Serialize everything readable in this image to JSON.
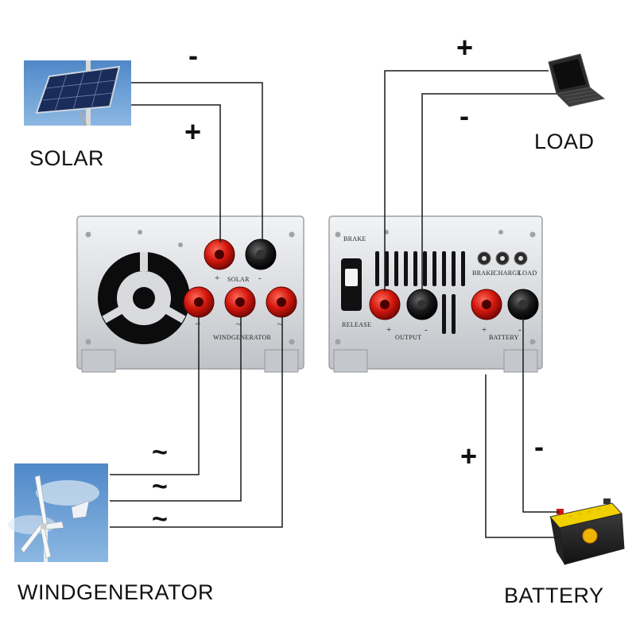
{
  "labels": {
    "solar": "SOLAR",
    "load": "LOAD",
    "windgenerator": "WINDGENERATOR",
    "battery": "BATTERY"
  },
  "signs": {
    "solar_minus": "-",
    "solar_plus": "+",
    "load_plus": "+",
    "load_minus": "-",
    "battery_plus": "+",
    "battery_minus": "-",
    "wind_1": "~",
    "wind_2": "~",
    "wind_3": "~"
  },
  "controller_left": {
    "solar_label": "SOLAR",
    "solar_plus": "+",
    "solar_minus": "-",
    "wind_label": "WINDGENERATOR",
    "wind_t1": "~",
    "wind_t2": "~",
    "wind_t3": "~"
  },
  "controller_right": {
    "brake_label": "BRAKE",
    "release_label": "RELEASE",
    "output_label": "OUTPUT",
    "output_plus": "+",
    "output_minus": "-",
    "battery_label": "BATTERY",
    "battery_plus": "+",
    "battery_minus": "-",
    "led_brake": "BRAKE",
    "led_charge": "CHARGE",
    "led_load": "LOAD"
  }
}
